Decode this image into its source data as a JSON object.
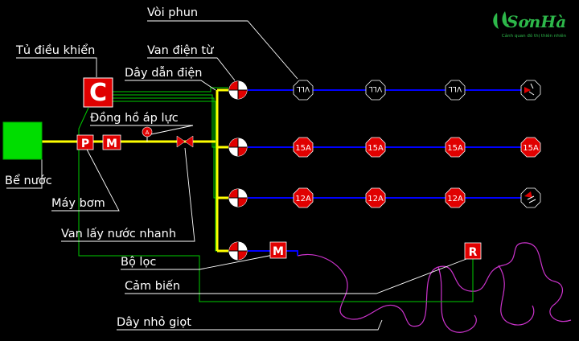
{
  "labels": {
    "voi_phun": "Vòi phun",
    "tu_dieu_khien": "Tủ điều khiển",
    "van_dien_tu": "Van điện từ",
    "day_dan_dien": "Dây dẫn điện",
    "dong_ho_ap_luc": "Đồng hồ áp lực",
    "be_nuoc": "Bể nước",
    "may_bom": "Máy bơm",
    "van_lay_nuoc_nhanh": "Van lấy nước nhanh",
    "bo_loc": "Bộ lọc",
    "cam_bien": "Cảm biến",
    "day_nho_giot": "Dây nhỏ giọt"
  },
  "symbols": {
    "controller": "C",
    "pump": "P",
    "meter": "M",
    "gauge": "A",
    "filter": "M",
    "sensor": "R"
  },
  "sprinklers": {
    "row1": [
      "VLL",
      "VLL",
      "VLL",
      ""
    ],
    "row2": [
      "15A",
      "15A",
      "15A",
      "15A"
    ],
    "row3": [
      "12A",
      "12A",
      "12A",
      ""
    ]
  },
  "logo": {
    "brand": "SơnHà",
    "tagline": "Cảnh quan đô thị thiên nhiên"
  },
  "colors": {
    "background": "#000000",
    "main_pipe": "#ffff00",
    "lateral_pipe": "#0000ff",
    "wire": "#00cc00",
    "drip_line": "#cc33cc",
    "symbol_red": "#ff0000",
    "tank": "#00dd00",
    "leader_line": "#ffffff"
  }
}
